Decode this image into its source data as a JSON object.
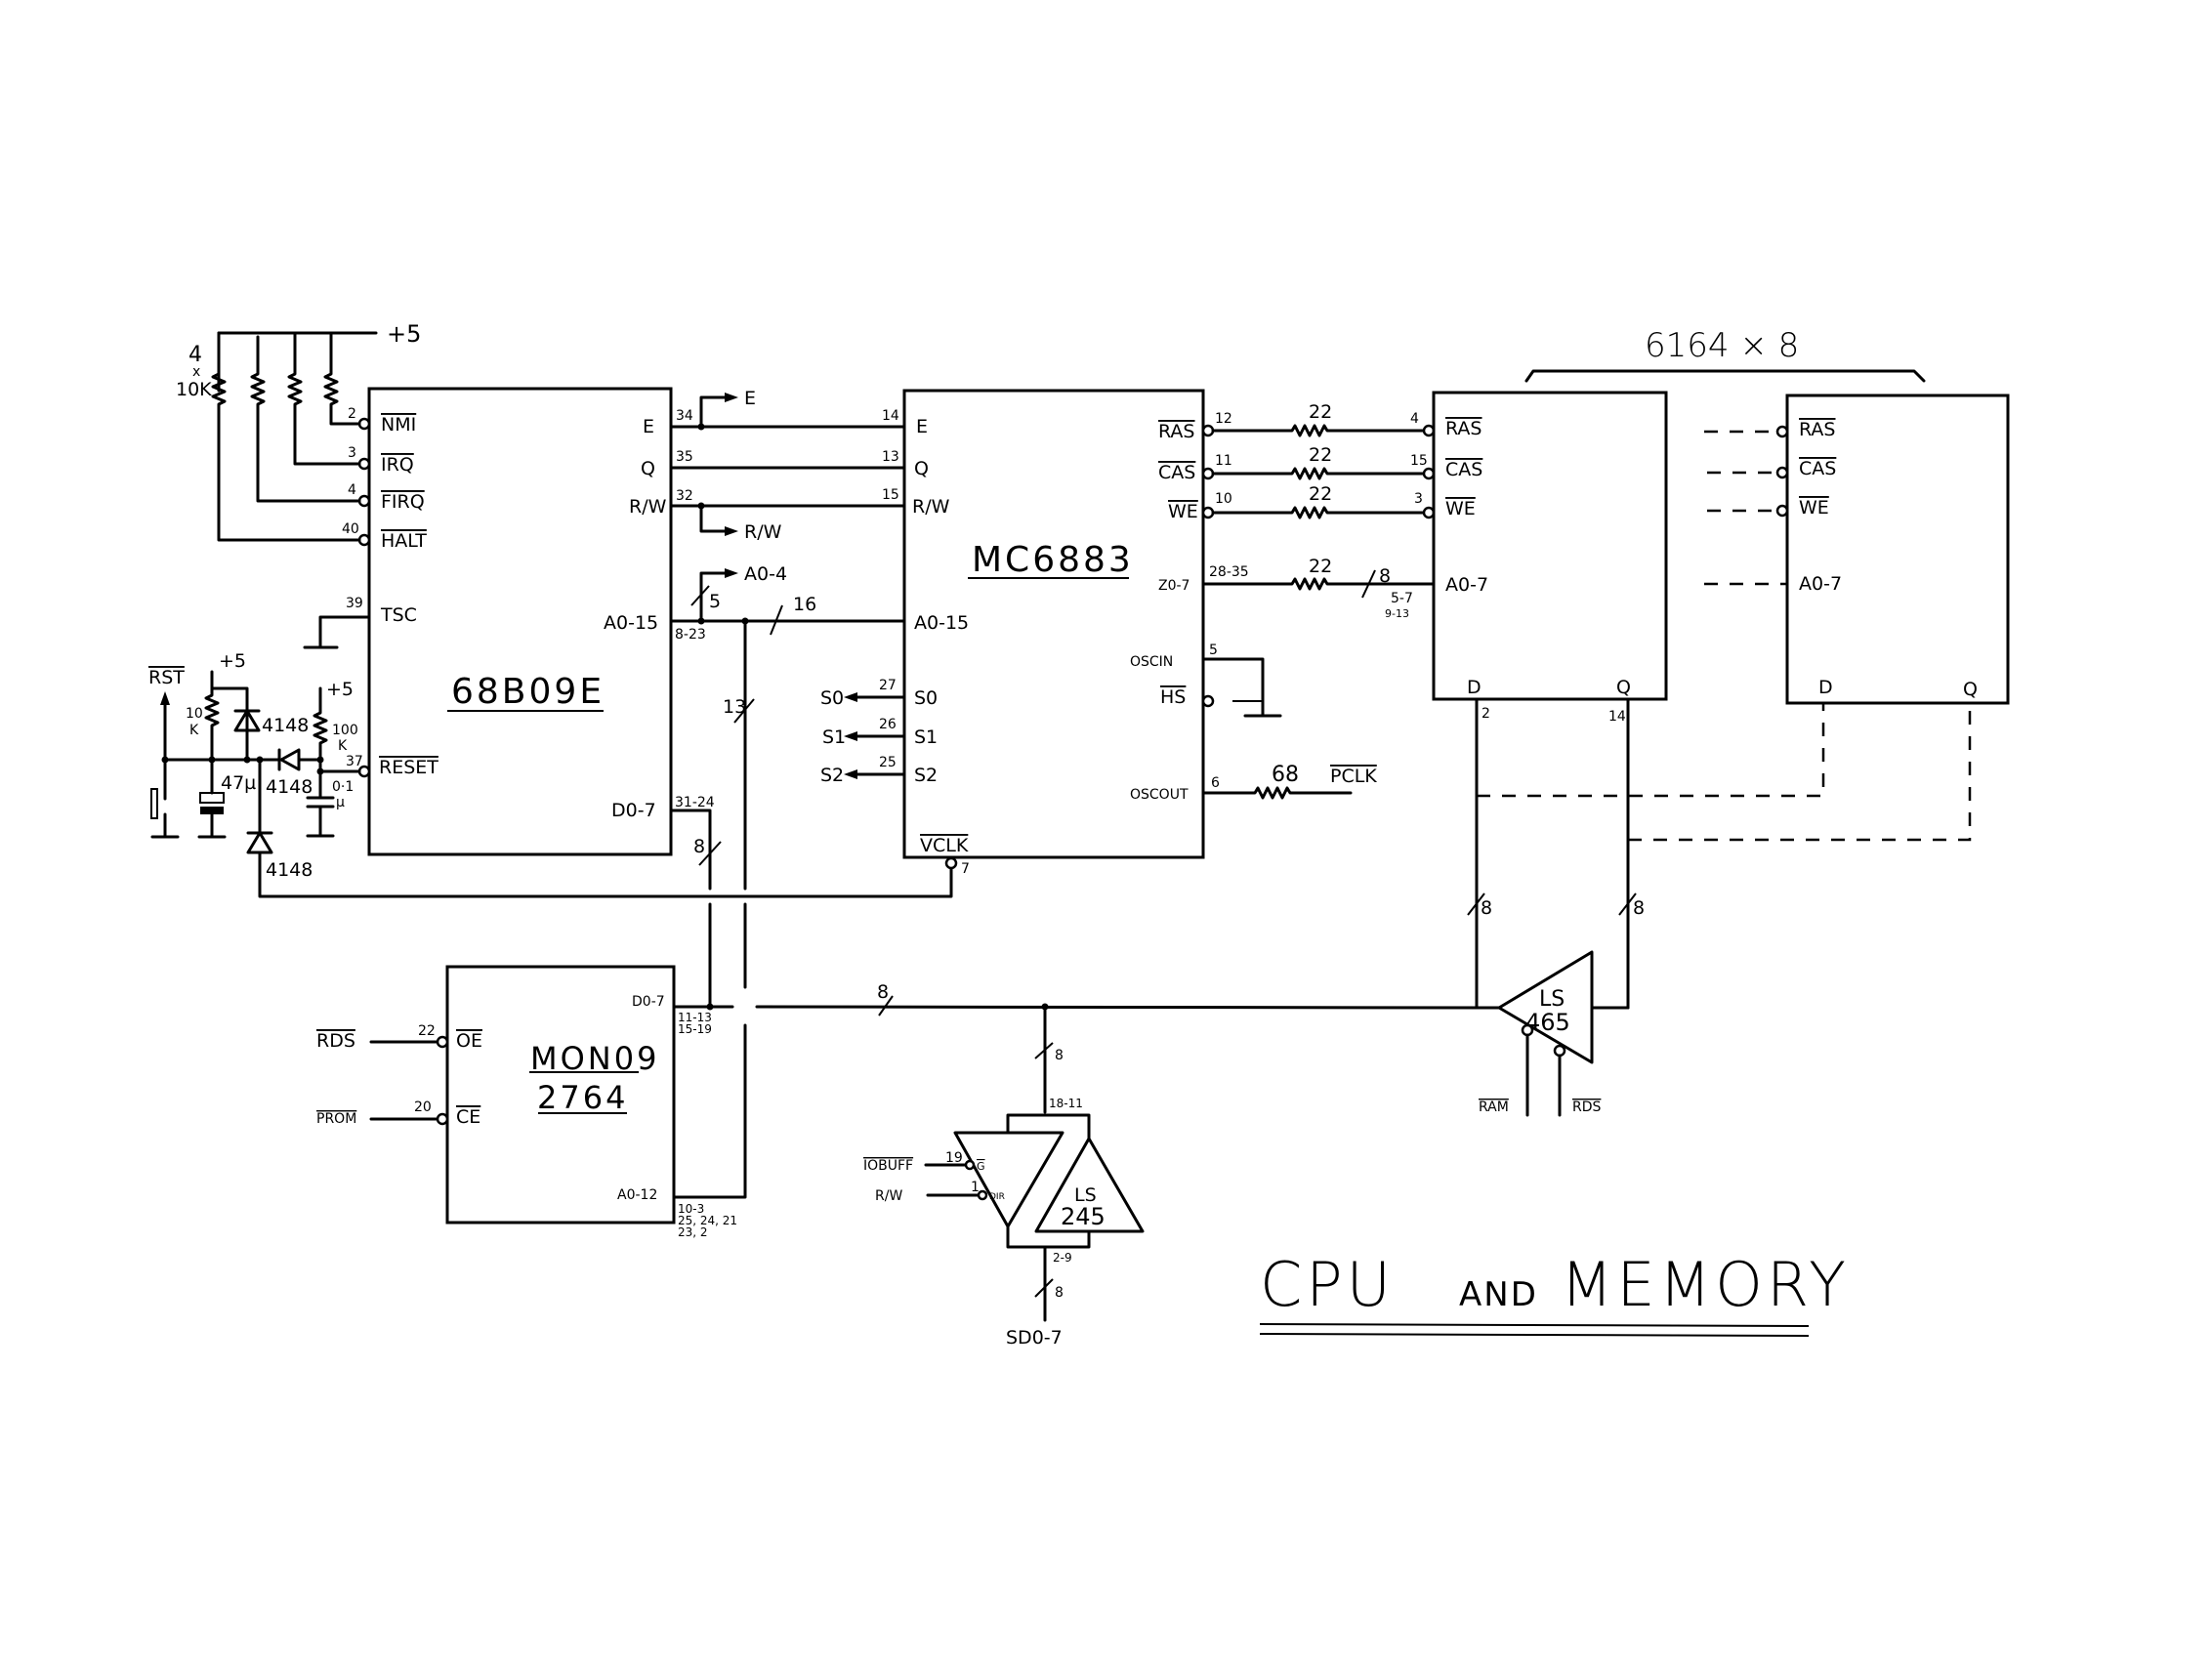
{
  "title": {
    "main1": "CPU",
    "and": "AND",
    "main2": "MEMORY"
  },
  "cpu": {
    "name": "68B09E",
    "pins_left": [
      {
        "num": "2",
        "label": "NMI",
        "active_low": true
      },
      {
        "num": "3",
        "label": "IRQ",
        "active_low": true
      },
      {
        "num": "4",
        "label": "FIRQ",
        "active_low": true
      },
      {
        "num": "40",
        "label": "HALT",
        "active_low": true
      },
      {
        "num": "39",
        "label": "TSC",
        "active_low": false
      },
      {
        "num": "37",
        "label": "RESET",
        "active_low": true
      }
    ],
    "pins_right": [
      {
        "num": "34",
        "label": "E"
      },
      {
        "num": "35",
        "label": "Q"
      },
      {
        "num": "32",
        "label": "R/W"
      },
      {
        "num": "8-23",
        "label": "A0-15"
      },
      {
        "num": "31-24",
        "label": "D0-7"
      }
    ]
  },
  "pullups": {
    "count_label": "4",
    "x_label": "x",
    "value": "10K",
    "supply": "+5"
  },
  "reset_circuit": {
    "rst_label": "RST",
    "supply1": "+5",
    "supply2": "+5",
    "r1": {
      "value": "10",
      "unit": "K"
    },
    "r2": {
      "value": "100",
      "unit": "K"
    },
    "cap1": "47µ",
    "cap2": {
      "value": "0·1",
      "unit": "µ"
    },
    "diodes": [
      "4148",
      "4148",
      "4148"
    ]
  },
  "signals": {
    "e_out": "E",
    "rw_out": "R/W",
    "a04_out": "A0-4",
    "bus_width_5": "5",
    "bus_width_16": "16",
    "bus_width_13": "13",
    "bus_width_8": "8"
  },
  "sam": {
    "name": "MC6883",
    "pins_left": [
      {
        "num": "14",
        "label": "E"
      },
      {
        "num": "13",
        "label": "Q"
      },
      {
        "num": "15",
        "label": "R/W"
      },
      {
        "num": "",
        "label": "A0-15"
      },
      {
        "num": "27",
        "label": "S0"
      },
      {
        "num": "26",
        "label": "S1"
      },
      {
        "num": "25",
        "label": "S2"
      }
    ],
    "status_outputs": [
      "S0",
      "S1",
      "S2"
    ],
    "pins_right": [
      {
        "num": "12",
        "label": "RAS"
      },
      {
        "num": "11",
        "label": "CAS"
      },
      {
        "num": "10",
        "label": "WE"
      },
      {
        "num": "28-35",
        "label": "Z0-7"
      },
      {
        "num": "5",
        "label": "OSCIN"
      },
      {
        "num": "",
        "label": "HS"
      },
      {
        "num": "6",
        "label": "OSCOUT"
      }
    ],
    "vclk": {
      "label": "VCLK",
      "num": "7"
    }
  },
  "series_resistors": {
    "value": "22",
    "pclk_value": "68",
    "pclk_label": "PCLK",
    "a_bus_width": "8",
    "a_bus_pins1": "5-7",
    "a_bus_pins2": "9-13"
  },
  "ram": {
    "group_label": "6164 × 8",
    "pins": [
      {
        "num": "4",
        "label": "RAS"
      },
      {
        "num": "15",
        "label": "CAS"
      },
      {
        "num": "3",
        "label": "WE"
      },
      {
        "num": "",
        "label": "A0-7"
      }
    ],
    "d_label": "D",
    "q_label": "Q",
    "d_pin": "2",
    "q_pin": "14",
    "bus_width": "8"
  },
  "ls465": {
    "line1": "LS",
    "line2": "465",
    "enables": [
      "RAM",
      "RDS"
    ]
  },
  "prom": {
    "line1": "MON09",
    "line2": "2764",
    "pins_left": [
      {
        "num": "22",
        "label": "OE",
        "signal": "RDS"
      },
      {
        "num": "20",
        "label": "CE",
        "signal": "PROM"
      }
    ],
    "data": {
      "label": "D0-7",
      "pins1": "11-13",
      "pins2": "15-19"
    },
    "addr": {
      "label": "A0-12",
      "pins1": "10-3",
      "pins2": "25, 24, 21",
      "pins3": "23, 2"
    }
  },
  "ls245": {
    "line1": "LS",
    "line2": "245",
    "g_pin": "19",
    "g_label": "G",
    "dir_pin": "1",
    "dir_label": "DIR",
    "g_signal": "IOBUFF",
    "dir_signal": "R/W",
    "top_pins": "18-11",
    "bottom_pins": "2-9",
    "bus_width": "8",
    "output": "SD0-7"
  },
  "main_bus_width": "8"
}
